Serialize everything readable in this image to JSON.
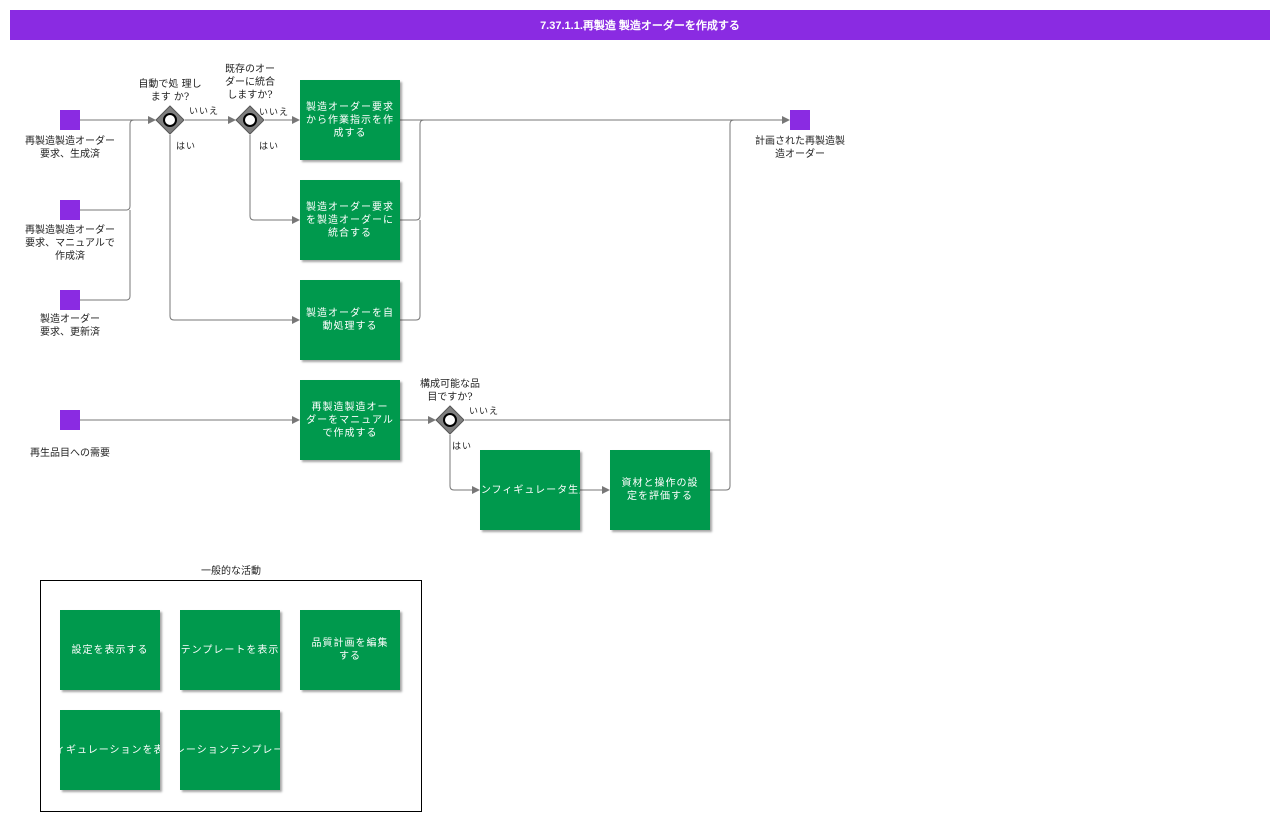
{
  "title": "7.37.1.1.再製造 製造オーダーを作成する",
  "events": {
    "start1": "再製造製造オーダー\n要求、生成済",
    "start2": "再製造製造オーダー\n要求、マニュアルで\n作成済",
    "start3": "製造オーダー\n要求、更新済",
    "start4": "再生品目への需要",
    "end1": "計画された再製造製\n造オーダー"
  },
  "gateways": {
    "g1": "自動で処 理し\nます か?",
    "g2": "既存のオー\nダーに統合\nしますか?",
    "g3": "構成可能な品\n目ですか?"
  },
  "edge_labels": {
    "g1_no": "いいえ",
    "g1_yes": "はい",
    "g2_no": "いいえ",
    "g2_yes": "はい",
    "g3_no": "いいえ",
    "g3_yes": "はい"
  },
  "tasks": {
    "t1": "製造オーダー要求\nから作業指示を作\n成する",
    "t2": "製造オーダー要求\nを製造オーダーに\n統合する",
    "t3": "製造オーダーを自\n動処理する",
    "t4": "再製造製造オー\nダーをマニュアル\nで作成する",
    "t5": "コンフィギュレータ生成",
    "t6": "資材と操作の設\n定を評価する"
  },
  "group": {
    "title": "一般的な活動",
    "items": [
      "設定を表示する",
      "品質テンプレートを表示する",
      "品質計画を編集\nする",
      "コンフィギュレーションを表示する",
      "コンフィギュレーションテンプレートを表示する"
    ]
  },
  "colors": {
    "event": "#8a2be2",
    "task": "#00994d",
    "title_bar": "#8a2be2",
    "gateway": "#808080"
  }
}
